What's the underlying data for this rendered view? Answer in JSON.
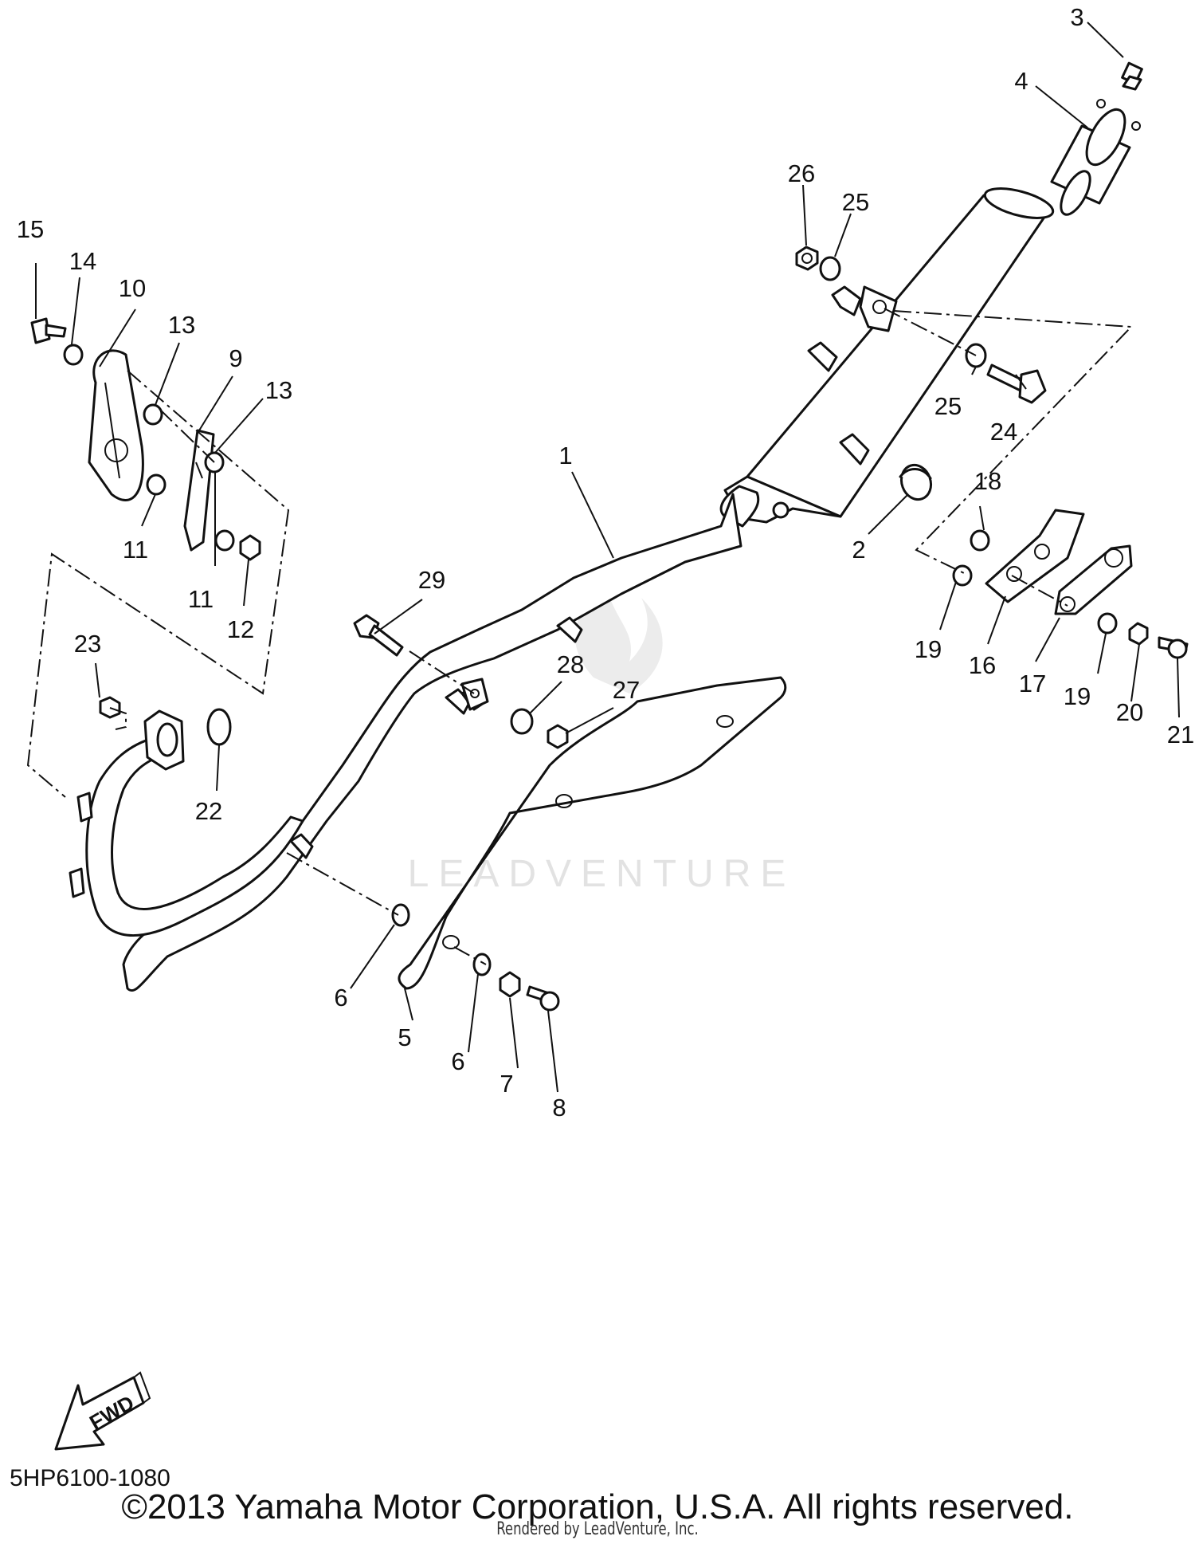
{
  "diagram": {
    "watermark_text": "LEADVENTURE",
    "fwd_label": "FWD",
    "diagram_code": "5HP6100-1080",
    "copyright": "©2013 Yamaha Motor Corporation, U.S.A. All rights reserved.",
    "rendered_by": "Rendered by LeadVenture, Inc.",
    "callouts": {
      "c1": "1",
      "c2": "2",
      "c3": "3",
      "c4": "4",
      "c5": "5",
      "c6a": "6",
      "c6b": "6",
      "c7": "7",
      "c8": "8",
      "c9": "9",
      "c10": "10",
      "c11a": "11",
      "c11b": "11",
      "c12": "12",
      "c13a": "13",
      "c13b": "13",
      "c14": "14",
      "c15": "15",
      "c16": "16",
      "c17": "17",
      "c18": "18",
      "c19a": "19",
      "c19b": "19",
      "c20": "20",
      "c21": "21",
      "c22": "22",
      "c23": "23",
      "c24": "24",
      "c25a": "25",
      "c25b": "25",
      "c26": "26",
      "c27": "27",
      "c28": "28",
      "c29": "29"
    }
  }
}
